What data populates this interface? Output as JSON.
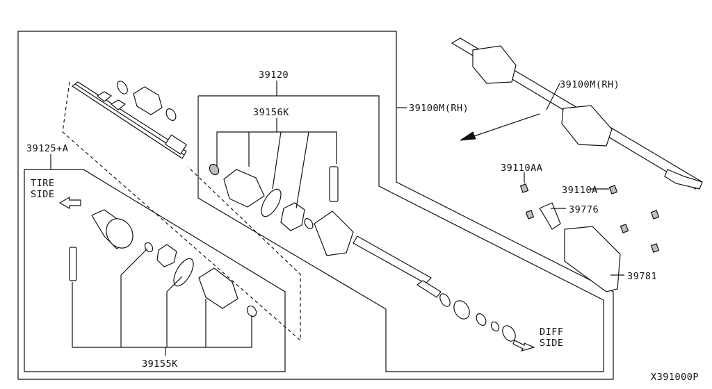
{
  "diagram": {
    "labels": {
      "p39120": "39120",
      "p39156k": "39156K",
      "p39100m_box": "39100M(RH)",
      "p39100m_top": "39100M(RH)",
      "p39125a": "39125+A",
      "tire_side_1": "TIRE",
      "tire_side_2": "SIDE",
      "diff_side_1": "DIFF",
      "diff_side_2": "SIDE",
      "p39155k": "39155K",
      "p39110aa": "39110AA",
      "p39110a": "39110A",
      "p39776": "39776",
      "p39781": "39781",
      "catalog_ref": "X391000P"
    }
  }
}
